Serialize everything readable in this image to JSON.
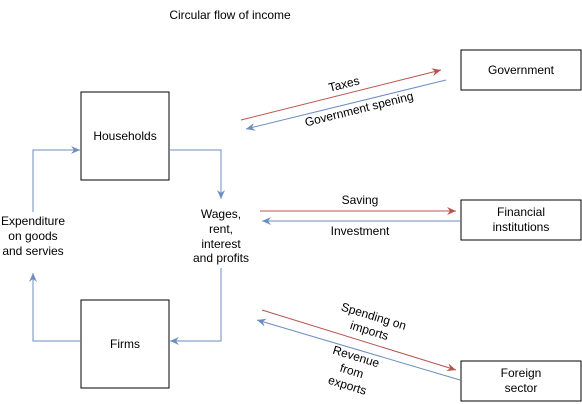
{
  "title": "Circular flow of income",
  "nodes": {
    "households": "Households",
    "firms": "Firms",
    "government": "Government",
    "financial": [
      "Financial",
      "institutions"
    ],
    "foreign": [
      "Foreign",
      "sector"
    ]
  },
  "loop_labels": {
    "expenditure": [
      "Expenditure",
      "on goods",
      "and servies"
    ],
    "income": [
      "Wages,",
      "rent,",
      "interest",
      "and profits"
    ]
  },
  "flows": {
    "taxes": "Taxes",
    "government_spending": "Government spening",
    "saving": "Saving",
    "investment": "Investment",
    "imports": [
      "Spending on",
      "imports"
    ],
    "exports": [
      "Revenue",
      "from",
      "exports"
    ]
  },
  "colors": {
    "injection_arrow": "#6C8EBF",
    "leakage_arrow": "#B85450",
    "box_border": "#000000"
  }
}
